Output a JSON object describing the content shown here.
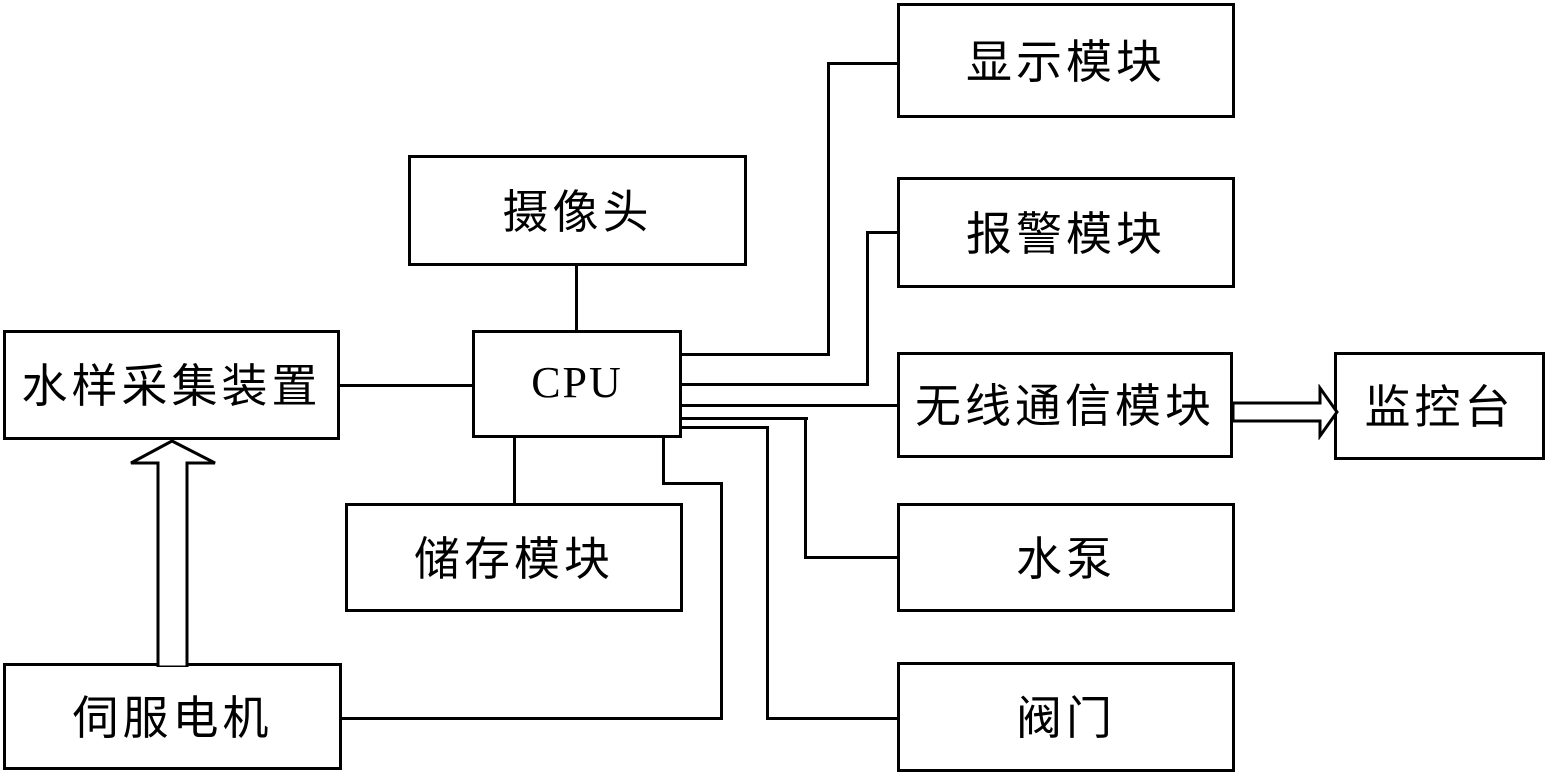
{
  "diagram": {
    "background_color": "#ffffff",
    "line_color": "#000000",
    "nodes": {
      "camera": {
        "label": "摄像头"
      },
      "sampling": {
        "label": "水样采集装置"
      },
      "cpu": {
        "label": "CPU"
      },
      "storage": {
        "label": "储存模块"
      },
      "servo": {
        "label": "伺服电机"
      },
      "display": {
        "label": "显示模块"
      },
      "alarm": {
        "label": "报警模块"
      },
      "wireless": {
        "label": "无线通信模块"
      },
      "pump": {
        "label": "水泵"
      },
      "valve": {
        "label": "阀门"
      },
      "console": {
        "label": "监控台"
      }
    },
    "connections": [
      {
        "from": "camera",
        "to": "cpu",
        "style": "line"
      },
      {
        "from": "sampling",
        "to": "cpu",
        "style": "line"
      },
      {
        "from": "cpu",
        "to": "storage",
        "style": "line"
      },
      {
        "from": "cpu",
        "to": "display",
        "style": "line"
      },
      {
        "from": "cpu",
        "to": "alarm",
        "style": "line"
      },
      {
        "from": "cpu",
        "to": "wireless",
        "style": "line"
      },
      {
        "from": "cpu",
        "to": "pump",
        "style": "line"
      },
      {
        "from": "cpu",
        "to": "valve",
        "style": "line"
      },
      {
        "from": "servo",
        "to": "cpu",
        "style": "line"
      },
      {
        "from": "wireless",
        "to": "console",
        "style": "hollow-arrow"
      },
      {
        "from": "servo",
        "to": "sampling",
        "style": "hollow-arrow"
      }
    ]
  }
}
